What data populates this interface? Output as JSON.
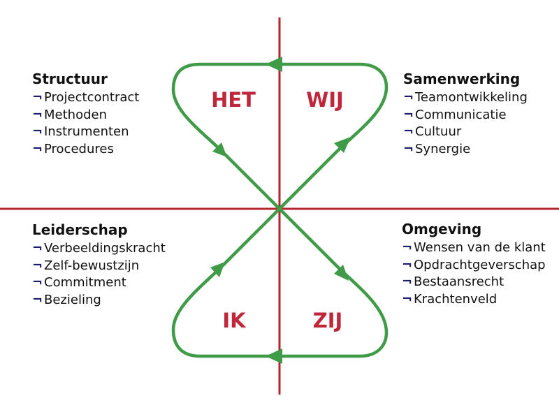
{
  "quadrant_labels": {
    "top_left": "HET",
    "top_right": "WIJ",
    "bottom_left": "IK",
    "bottom_right": "ZIJ"
  },
  "bullet_symbol": "¬",
  "sections": {
    "top_left": {
      "title": "Structuur",
      "items": [
        "Projectcontract",
        "Methoden",
        "Instrumenten",
        "Procedures"
      ]
    },
    "top_right": {
      "title": "Samenwerking",
      "items": [
        "Teamontwikkeling",
        "Communicatie",
        "Cultuur",
        "Synergie"
      ]
    },
    "bottom_left": {
      "title": "Leiderschap",
      "items": [
        "Verbeeldingskracht",
        "Zelf-bewustzijn",
        "Commitment",
        "Bezieling"
      ]
    },
    "bottom_right": {
      "title": "Omgeving",
      "items": [
        "Wensen van de klant",
        "Opdrachtgeverschap",
        "Bestaansrecht",
        "Krachtenveld"
      ]
    }
  },
  "colors": {
    "axis": "#b5232f",
    "loop": "#3f9b48",
    "label": "#c0263a",
    "bullet": "#1c1c6e",
    "text": "#111111"
  }
}
